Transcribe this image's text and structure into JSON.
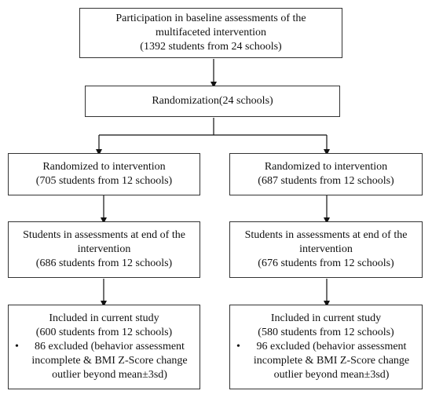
{
  "boxes": {
    "baseline": {
      "line1": "Participation in baseline assessments of the",
      "line2": "multifaceted intervention",
      "line3": "(1392 students from 24 schools)"
    },
    "randomization": {
      "line1": "Randomization(24 schools)"
    },
    "left_random": {
      "line1": "Randomized to intervention",
      "line2": "(705 students from 12 schools)"
    },
    "right_random": {
      "line1": "Randomized to intervention",
      "line2": "(687 students from 12 schools)"
    },
    "left_end": {
      "line1": "Students in assessments at end of the",
      "line2": "intervention",
      "line3": "(686 students from 12 schools)"
    },
    "right_end": {
      "line1": "Students in assessments at end of the",
      "line2": "intervention",
      "line3": "(676 students from 12 schools)"
    },
    "left_included": {
      "line1": "Included in current study",
      "line2": "(600 students from 12 schools)",
      "bullet": "86 excluded (behavior assessment incomplete & BMI Z-Score change outlier beyond mean±3sd)"
    },
    "right_included": {
      "line1": "Included in current study",
      "line2": "(580 students from 12 schools)",
      "bullet": "96 excluded  (behavior assessment incomplete & BMI Z-Score change outlier beyond mean±3sd)"
    }
  }
}
